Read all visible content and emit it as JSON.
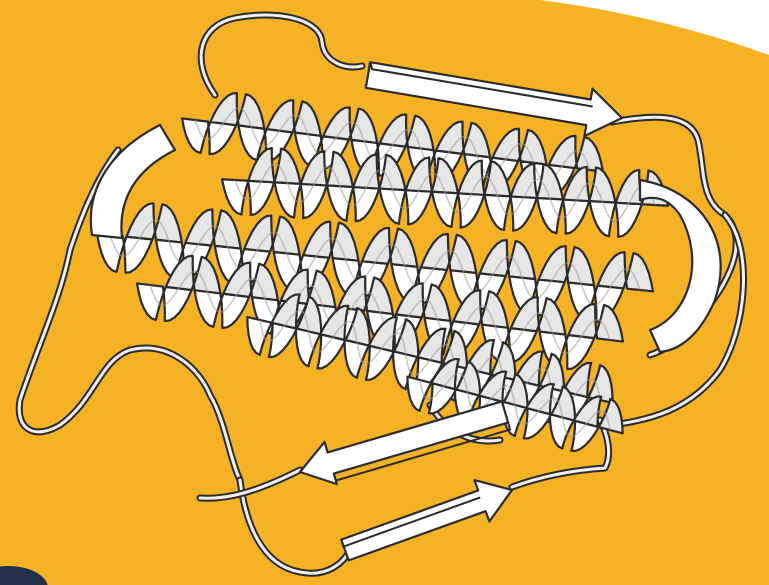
{
  "figure": {
    "subject": "protein-ribbon-diagram",
    "structure_type": "alpha-helical bundle with beta strands",
    "helix_count": 6,
    "strand_count": 3
  },
  "colors": {
    "background": "#F5B225",
    "page": "#FFFFFF",
    "ribbon_fill": "#FFFFFF",
    "outline": "#2B2B2B",
    "coil_inner": "#F0F0F0",
    "shade": "#9A9A9A",
    "corner_blob": "#23304A"
  },
  "icons": {
    "helix": "alpha-helix-ribbon",
    "strand": "beta-strand-arrow",
    "loop": "coil-loop-tube"
  }
}
